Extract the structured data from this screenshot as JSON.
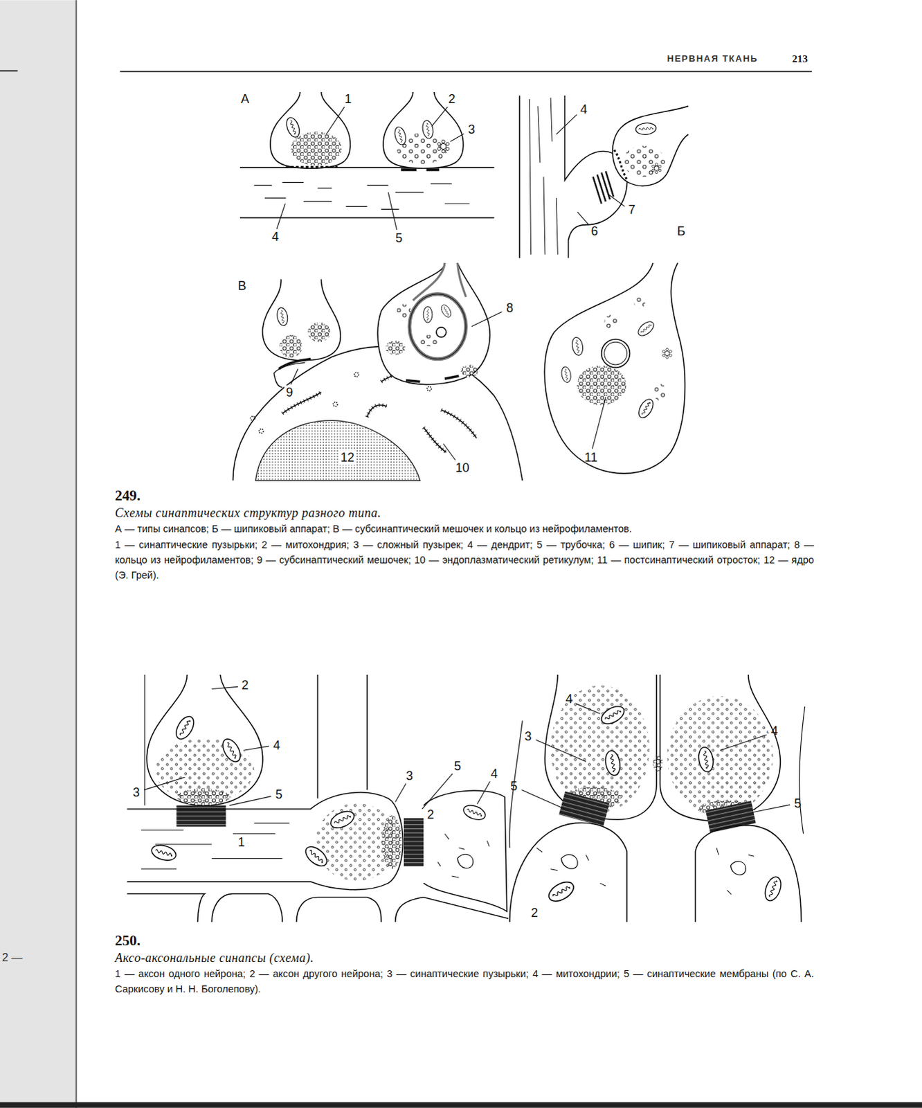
{
  "diagram": {
    "labels": [
      "НЕРВНАЯ ТКАНЬ",
      "213",
      "2 —",
      "А",
      "1",
      "2",
      "3",
      "4",
      "5",
      "4",
      "6",
      "7",
      "Б",
      "В",
      "8",
      "9",
      "10",
      "11",
      "12",
      "249.",
      "Схемы синаптических структур разного типа.",
      "А — типы синапсов; Б — шипиковый аппарат; В — субсинаптический мешочек и кольцо из нейрофиламентов.",
      "1 — синаптические пузырьки; 2 — митохондрия; 3 — сложный пузырек; 4 — дендрит; 5 — трубочка; 6 — шипик; 7 — шипиковый аппарат; 8 — кольцо из нейрофиламентов; 9 — субсинаптический мешочек; 10 — эндоплазматический ретикулум; 11 — постсинаптический отросток; 12 — ядро (Э. Грей).",
      "2",
      "4",
      "3",
      "5",
      "1",
      "3",
      "5",
      "2",
      "4",
      "4",
      "3",
      "4",
      "5",
      "5",
      "2",
      "250.",
      "Аксо-аксональные синапсы (схема).",
      "1 — аксон одного нейрона; 2 — аксон другого нейрона; 3 — синаптические пузырьки; 4 — митохондрии; 5 — синаптические мембраны (по С. А. Саркисову и Н. Н. Боголепову)."
    ]
  }
}
